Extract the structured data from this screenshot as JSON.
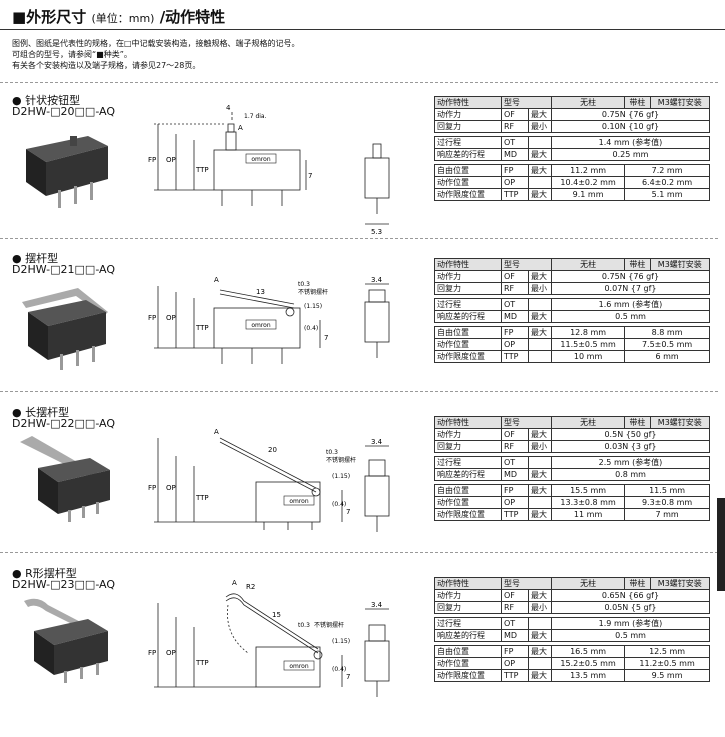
{
  "header": {
    "square": "■",
    "title": "外形尺寸",
    "unit": "(单位：mm)",
    "title2": "/动作特性"
  },
  "intro": [
    "图例、图纸是代表性的规格，在□中记载安装构造，接触规格、端子规格的记号。",
    "可组合的型号，请参阅“■种类”。",
    "有关各个安装构造以及端子规格，请参见27～28页。"
  ],
  "sections": [
    {
      "title": "● 针状按钮型",
      "model": "D2HW-□20□□-AQ",
      "labels": {
        "dim_top": "4",
        "note": "1.7 dia.",
        "arrow": "A",
        "fp": "FP",
        "op": "OP",
        "ttp": "TTP",
        "side": "7",
        "width": "5.3",
        "brand": "omron"
      },
      "spec": {
        "h": [
          "动作特性",
          "型号",
          "无柱",
          "带柱",
          "M3螺钉安装"
        ],
        "of": [
          "动作力",
          "OF",
          "最大",
          "0.75N {76 gf}"
        ],
        "rf": [
          "回复力",
          "RF",
          "最小",
          "0.10N {10 gf}"
        ],
        "ot": [
          "过行程",
          "OT",
          "1.4 mm (参考值)"
        ],
        "md": [
          "响应差的行程",
          "MD",
          "最大",
          "0.25 mm"
        ],
        "fp": [
          "自由位置",
          "FP",
          "最大",
          "11.2 mm",
          "7.2 mm"
        ],
        "op": [
          "动作位置",
          "OP",
          "10.4±0.2 mm",
          "6.4±0.2 mm"
        ],
        "ttp": [
          "动作限度位置",
          "TTP",
          "最大",
          "9.1 mm",
          "5.1 mm"
        ]
      }
    },
    {
      "title": "● 摆杆型",
      "model": "D2HW-□21□□-AQ",
      "labels": {
        "arrow": "A",
        "lever_len": "13",
        "thick": "t0.3",
        "material": "不锈钢摆杆",
        "d1": "(1.15)",
        "d2": "(0.4)",
        "fp": "FP",
        "op": "OP",
        "ttp": "TTP",
        "side": "7",
        "width": "3.4",
        "brand": "omron"
      },
      "spec": {
        "h": [
          "动作特性",
          "型号",
          "无柱",
          "带柱",
          "M3螺钉安装"
        ],
        "of": [
          "动作力",
          "OF",
          "最大",
          "0.75N {76 gf}"
        ],
        "rf": [
          "回复力",
          "RF",
          "最小",
          "0.07N {7 gf}"
        ],
        "ot": [
          "过行程",
          "OT",
          "1.6 mm (参考值)"
        ],
        "md": [
          "响应差的行程",
          "MD",
          "最大",
          "0.5 mm"
        ],
        "fp": [
          "自由位置",
          "FP",
          "最大",
          "12.8 mm",
          "8.8 mm"
        ],
        "op": [
          "动作位置",
          "OP",
          "11.5±0.5 mm",
          "7.5±0.5 mm"
        ],
        "ttp": [
          "动作限度位置",
          "TTP",
          "10 mm",
          "6 mm"
        ]
      }
    },
    {
      "title": "● 长摆杆型",
      "model": "D2HW-□22□□-AQ",
      "labels": {
        "arrow": "A",
        "lever_len": "20",
        "thick": "t0.3",
        "material": "不锈钢摆杆",
        "d1": "(1.15)",
        "d2": "(0.4)",
        "fp": "FP",
        "op": "OP",
        "ttp": "TTP",
        "side": "7",
        "width": "3.4",
        "brand": "omron"
      },
      "spec": {
        "h": [
          "动作特性",
          "型号",
          "无柱",
          "带柱",
          "M3螺钉安装"
        ],
        "of": [
          "动作力",
          "OF",
          "最大",
          "0.5N {50 gf}"
        ],
        "rf": [
          "回复力",
          "RF",
          "最小",
          "0.03N {3 gf}"
        ],
        "ot": [
          "过行程",
          "OT",
          "2.5 mm (参考值)"
        ],
        "md": [
          "响应差的行程",
          "MD",
          "最大",
          "0.8 mm"
        ],
        "fp": [
          "自由位置",
          "FP",
          "最大",
          "15.5 mm",
          "11.5 mm"
        ],
        "op": [
          "动作位置",
          "OP",
          "13.3±0.8 mm",
          "9.3±0.8 mm"
        ],
        "ttp": [
          "动作限度位置",
          "TTP",
          "最大",
          "11 mm",
          "7 mm"
        ]
      }
    },
    {
      "title": "● R形摆杆型",
      "model": "D2HW-□23□□-AQ",
      "labels": {
        "arrow": "A",
        "radius": "R2",
        "lever_len": "15",
        "thick": "t0.3",
        "material": "不锈钢摆杆",
        "d1": "(1.15)",
        "d2": "(0.4)",
        "fp": "FP",
        "op": "OP",
        "ttp": "TTP",
        "side": "7",
        "width": "3.4",
        "brand": "omron"
      },
      "spec": {
        "h": [
          "动作特性",
          "型号",
          "无柱",
          "带柱",
          "M3螺钉安装"
        ],
        "of": [
          "动作力",
          "OF",
          "最大",
          "0.65N {66 gf}"
        ],
        "rf": [
          "回复力",
          "RF",
          "最小",
          "0.05N {5 gf}"
        ],
        "ot": [
          "过行程",
          "OT",
          "1.9 mm (参考值)"
        ],
        "md": [
          "响应差的行程",
          "MD",
          "最大",
          "0.5 mm"
        ],
        "fp": [
          "自由位置",
          "FP",
          "最大",
          "16.5 mm",
          "12.5 mm"
        ],
        "op": [
          "动作位置",
          "OP",
          "15.2±0.5 mm",
          "11.2±0.5 mm"
        ],
        "ttp": [
          "动作限度位置",
          "TTP",
          "最大",
          "13.5 mm",
          "9.5 mm"
        ]
      }
    }
  ],
  "colors": {
    "accent": "#222222",
    "table_header": "#e2e2e2"
  }
}
